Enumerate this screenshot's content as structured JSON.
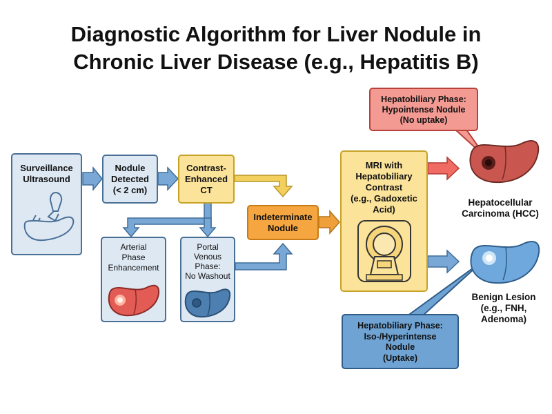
{
  "title": {
    "line1": "Diagnostic Algorithm for Liver Nodule in",
    "line2": "Chronic Liver Disease (e.g., Hepatitis B)"
  },
  "nodes": {
    "surveillance": [
      "Surveillance",
      "Ultrasound"
    ],
    "nodule_detected": [
      "Nodule",
      "Detected",
      "(< 2 cm)"
    ],
    "contrast_ct": [
      "Contrast-",
      "Enhanced",
      "CT"
    ],
    "indeterminate": [
      "Indeterminate",
      "Nodule"
    ],
    "arterial": [
      "Arterial",
      "Phase",
      "Enhancement"
    ],
    "portal": [
      "Portal",
      "Venous",
      "Phase:",
      "No Washout"
    ],
    "mri": [
      "MRI with",
      "Hepatobiliary",
      "Contrast",
      "(e.g., Gadoxetic",
      "Acid)"
    ],
    "hbp_hypo": [
      "Hepatobiliary Phase:",
      "Hypointense Nodule",
      "(No uptake)"
    ],
    "hbp_iso": [
      "Hepatobiliary Phase:",
      "Iso-/Hyperintense",
      "Nodule",
      "(Uptake)"
    ],
    "hcc": [
      "Hepatocellular",
      "Carcinoma (HCC)"
    ],
    "benign": [
      "Benign Lesion",
      "(e.g., FNH,",
      "Adenoma)"
    ]
  },
  "colors": {
    "blue_box": "#dde8f3",
    "yellow_box": "#fbe39a",
    "orange_box": "#f5a640",
    "red_callout": "#f39a93",
    "blue_callout": "#6fa3d3",
    "arrow_blue": "#7aa8d6",
    "arrow_yellow": "#f3d05e",
    "arrow_orange": "#f0a03a",
    "arrow_red": "#ef6b63"
  },
  "icons": [
    "ultrasound-probe-icon",
    "liver-icon",
    "liver-arterial-enhancement-icon",
    "liver-portal-venous-icon",
    "mri-scanner-icon",
    "hcc-liver-icon",
    "benign-liver-icon"
  ]
}
